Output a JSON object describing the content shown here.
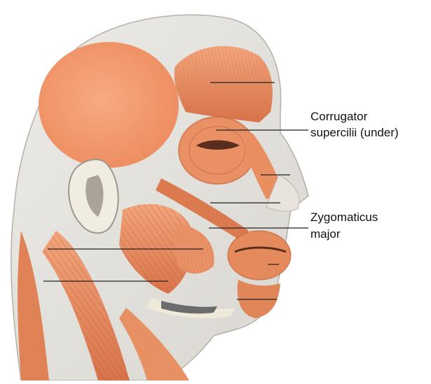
{
  "diagram": {
    "labels": {
      "corrugator_line1": "Corrugator",
      "corrugator_line2": "supercilii (under)",
      "zygomaticus_line1": "Zygomaticus",
      "zygomaticus_line2": "major"
    },
    "colors": {
      "muscle": "#e58a5c",
      "muscle_light": "#f6b48e",
      "muscle_dark": "#c3603a",
      "skin": "#e7e4df",
      "bone": "#f3ece0",
      "leader_line": "#222222"
    }
  }
}
